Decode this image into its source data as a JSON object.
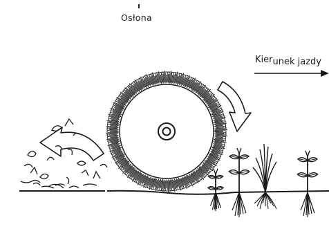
{
  "diagram": {
    "cover_label": "Osłona",
    "direction_label_part1": "Kier",
    "direction_label_part2": "unek jazdy"
  }
}
